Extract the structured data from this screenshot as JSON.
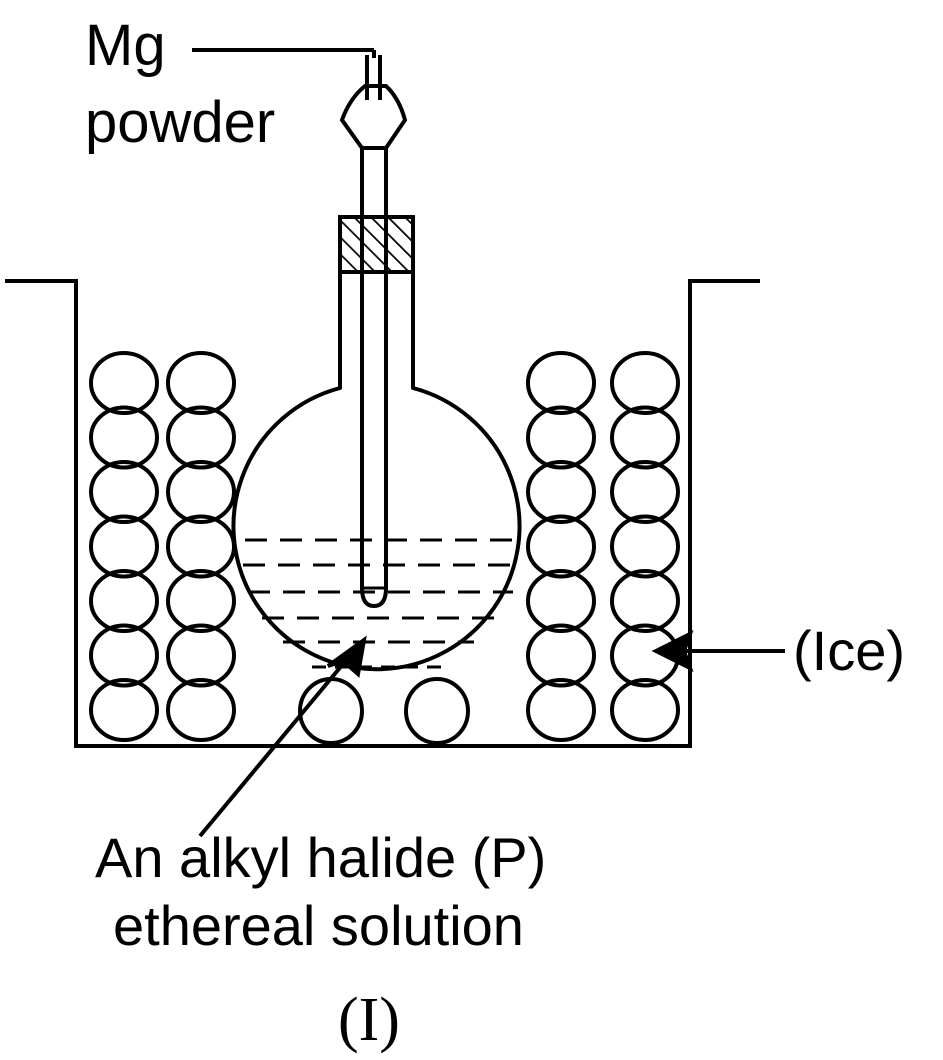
{
  "labels": {
    "reagent_line1": "Mg",
    "reagent_line2": "powder",
    "coolant": "(Ice)",
    "solution_line1": "An alkyl halide (P)",
    "solution_line2": "ethereal solution",
    "figure_label": "(I)"
  },
  "colors": {
    "stroke": "#000000",
    "background": "#ffffff"
  }
}
